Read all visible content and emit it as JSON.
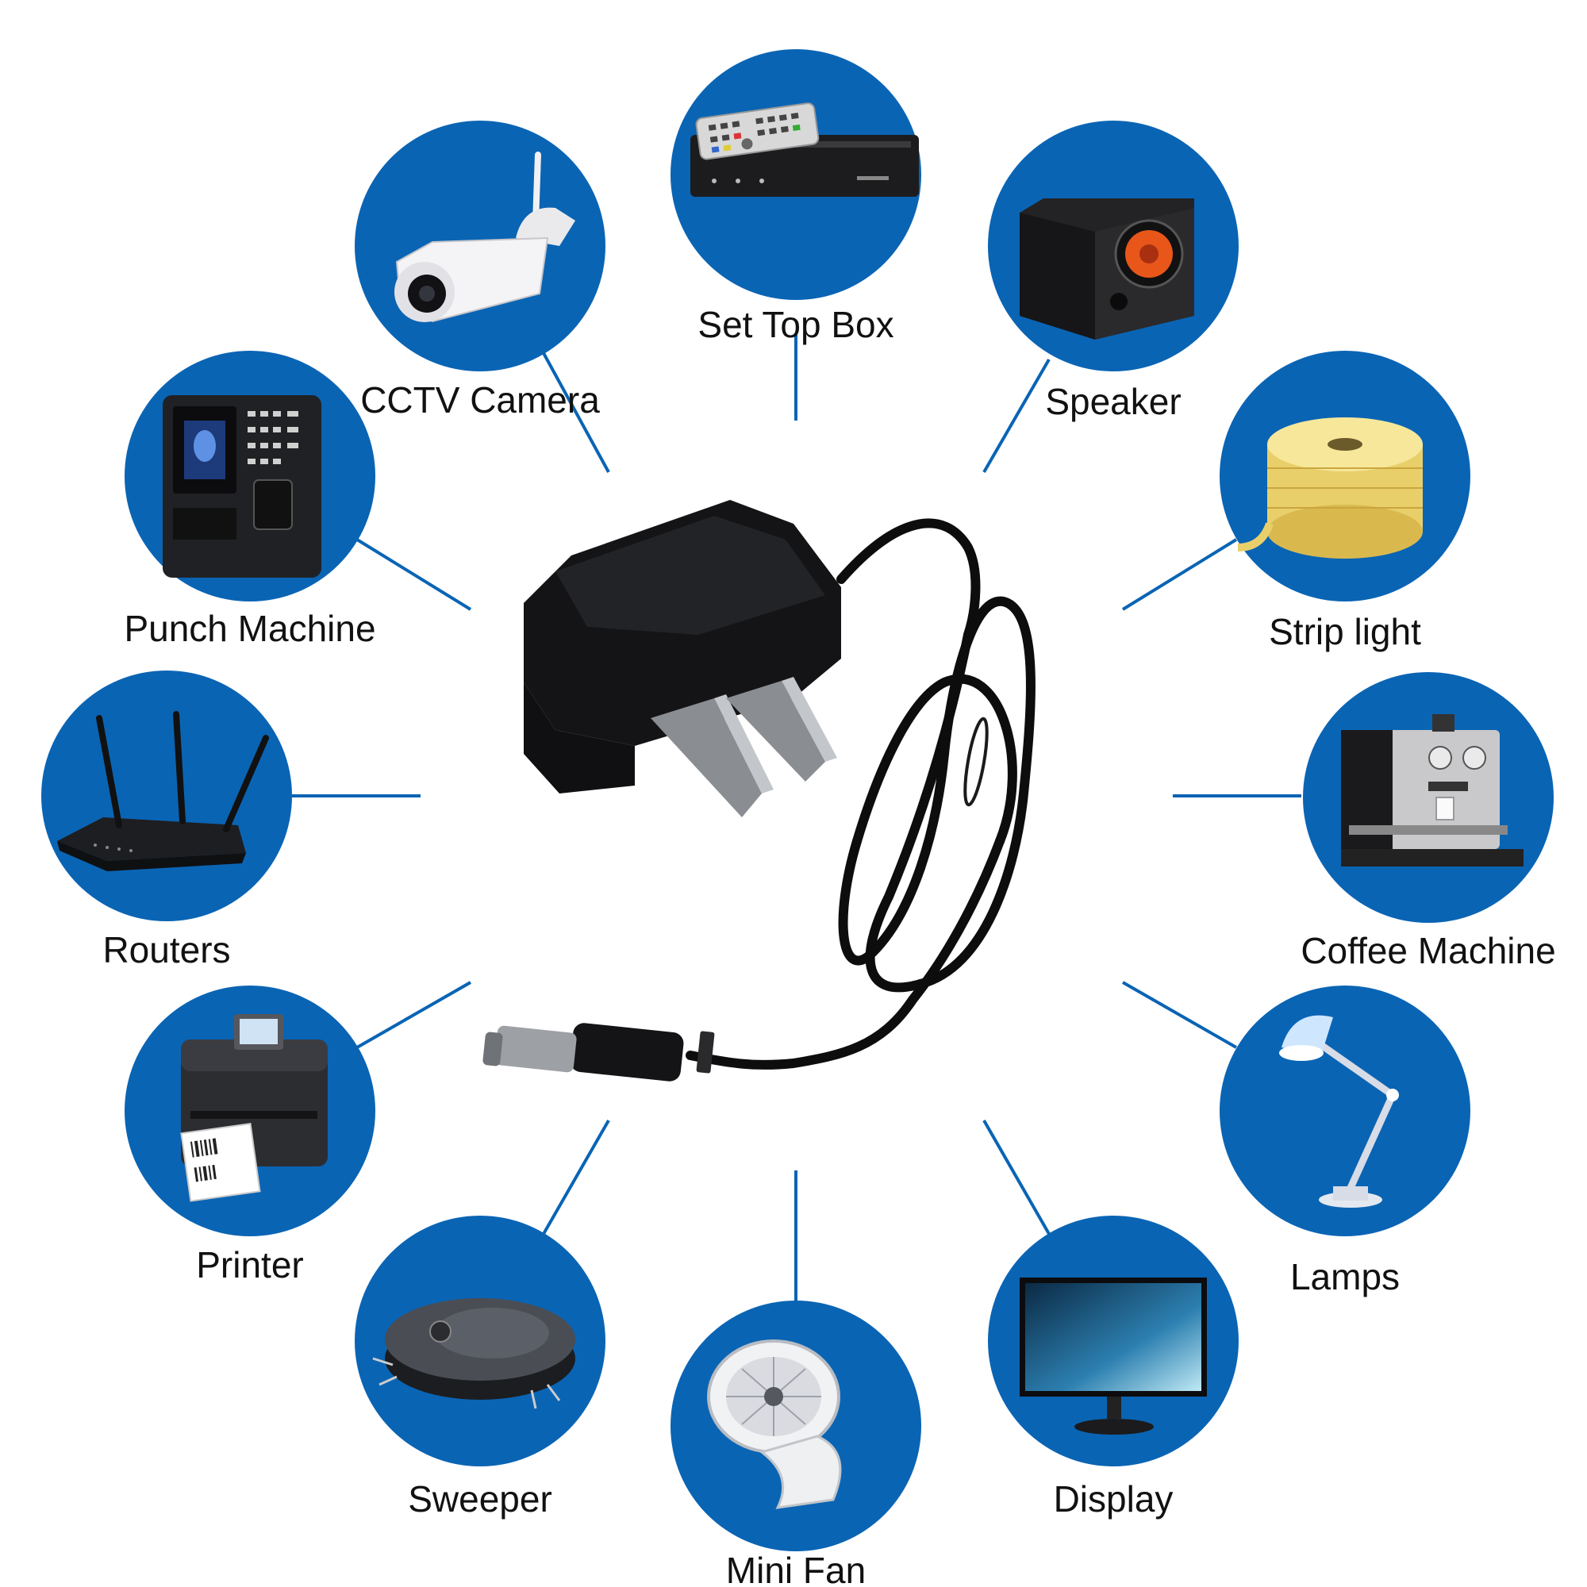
{
  "accent_color": "#0a64b4",
  "center": {
    "icon": "power-adapter-icon"
  },
  "devices": [
    {
      "id": "set-top-box",
      "label": "Set Top Box",
      "icon": "set-top-box-icon"
    },
    {
      "id": "speaker",
      "label": "Speaker",
      "icon": "speaker-icon"
    },
    {
      "id": "strip-light",
      "label": "Strip light",
      "icon": "strip-light-icon"
    },
    {
      "id": "coffee-machine",
      "label": "Coffee Machine",
      "icon": "coffee-machine-icon"
    },
    {
      "id": "lamps",
      "label": "Lamps",
      "icon": "desk-lamp-icon"
    },
    {
      "id": "display",
      "label": "Display",
      "icon": "monitor-icon"
    },
    {
      "id": "mini-fan",
      "label": "Mini Fan",
      "icon": "fan-icon"
    },
    {
      "id": "sweeper",
      "label": "Sweeper",
      "icon": "robot-vacuum-icon"
    },
    {
      "id": "printer",
      "label": "Printer",
      "icon": "label-printer-icon"
    },
    {
      "id": "routers",
      "label": "Routers",
      "icon": "router-icon"
    },
    {
      "id": "punch-machine",
      "label": "Punch Machine",
      "icon": "punch-machine-icon"
    },
    {
      "id": "cctv-camera",
      "label": "CCTV Camera",
      "icon": "cctv-camera-icon"
    }
  ]
}
